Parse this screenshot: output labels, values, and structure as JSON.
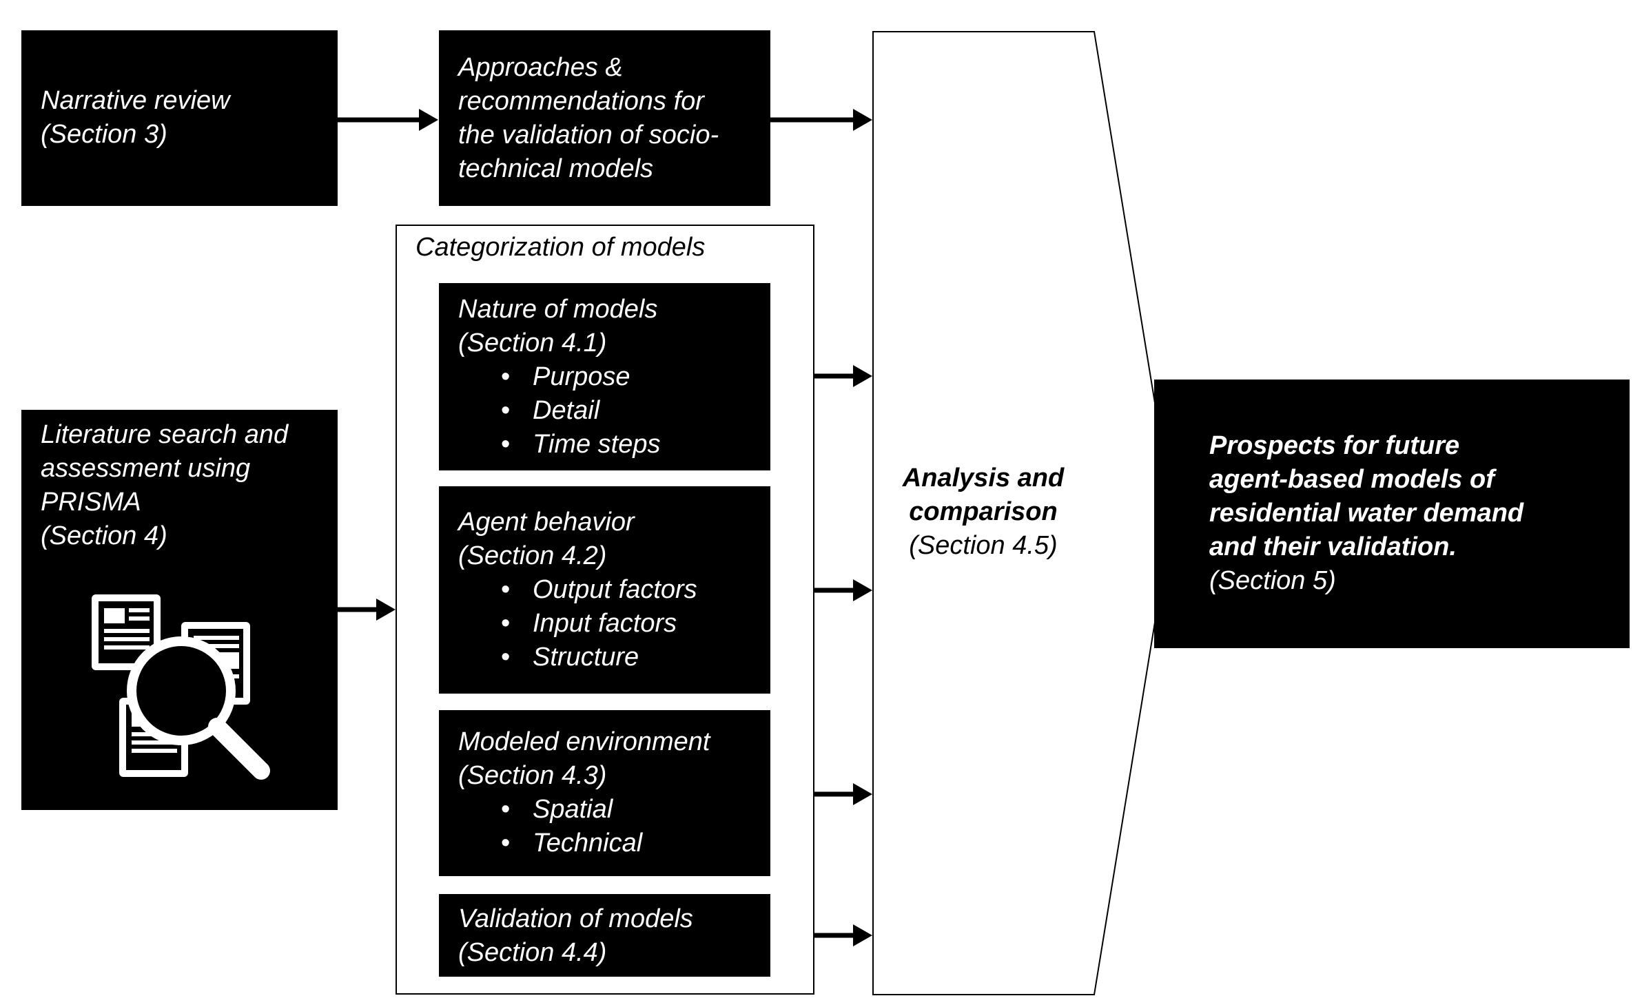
{
  "narrative": {
    "title": "Narrative review",
    "section": "(Section 3)"
  },
  "approaches": {
    "text": "Approaches &\nrecommendations for\nthe validation of socio-\ntechnical models"
  },
  "literature": {
    "title": "Literature search and\nassessment using\nPRISMA",
    "section": "(Section 4)",
    "icon": "document-search-icon"
  },
  "categorization": {
    "title": "Categorization of models",
    "boxes": [
      {
        "title": "Nature of models",
        "section": "(Section 4.1)",
        "items": [
          "Purpose",
          "Detail",
          "Time steps"
        ]
      },
      {
        "title": "Agent behavior",
        "section": "(Section 4.2)",
        "items": [
          "Output factors",
          "Input factors",
          "Structure"
        ]
      },
      {
        "title": "Modeled environment",
        "section": "(Section 4.3)",
        "items": [
          "Spatial",
          "Technical"
        ]
      },
      {
        "title": "Validation of models",
        "section": "(Section 4.4)",
        "items": []
      }
    ]
  },
  "analysis": {
    "title": "Analysis and\ncomparison",
    "section": "(Section 4.5)"
  },
  "prospects": {
    "title": "Prospects for future\nagent-based models of\nresidential water demand\nand their validation.",
    "section": "(Section 5)"
  },
  "colors": {
    "box": "#000000",
    "text_on_box": "#ffffff",
    "background": "#ffffff"
  }
}
